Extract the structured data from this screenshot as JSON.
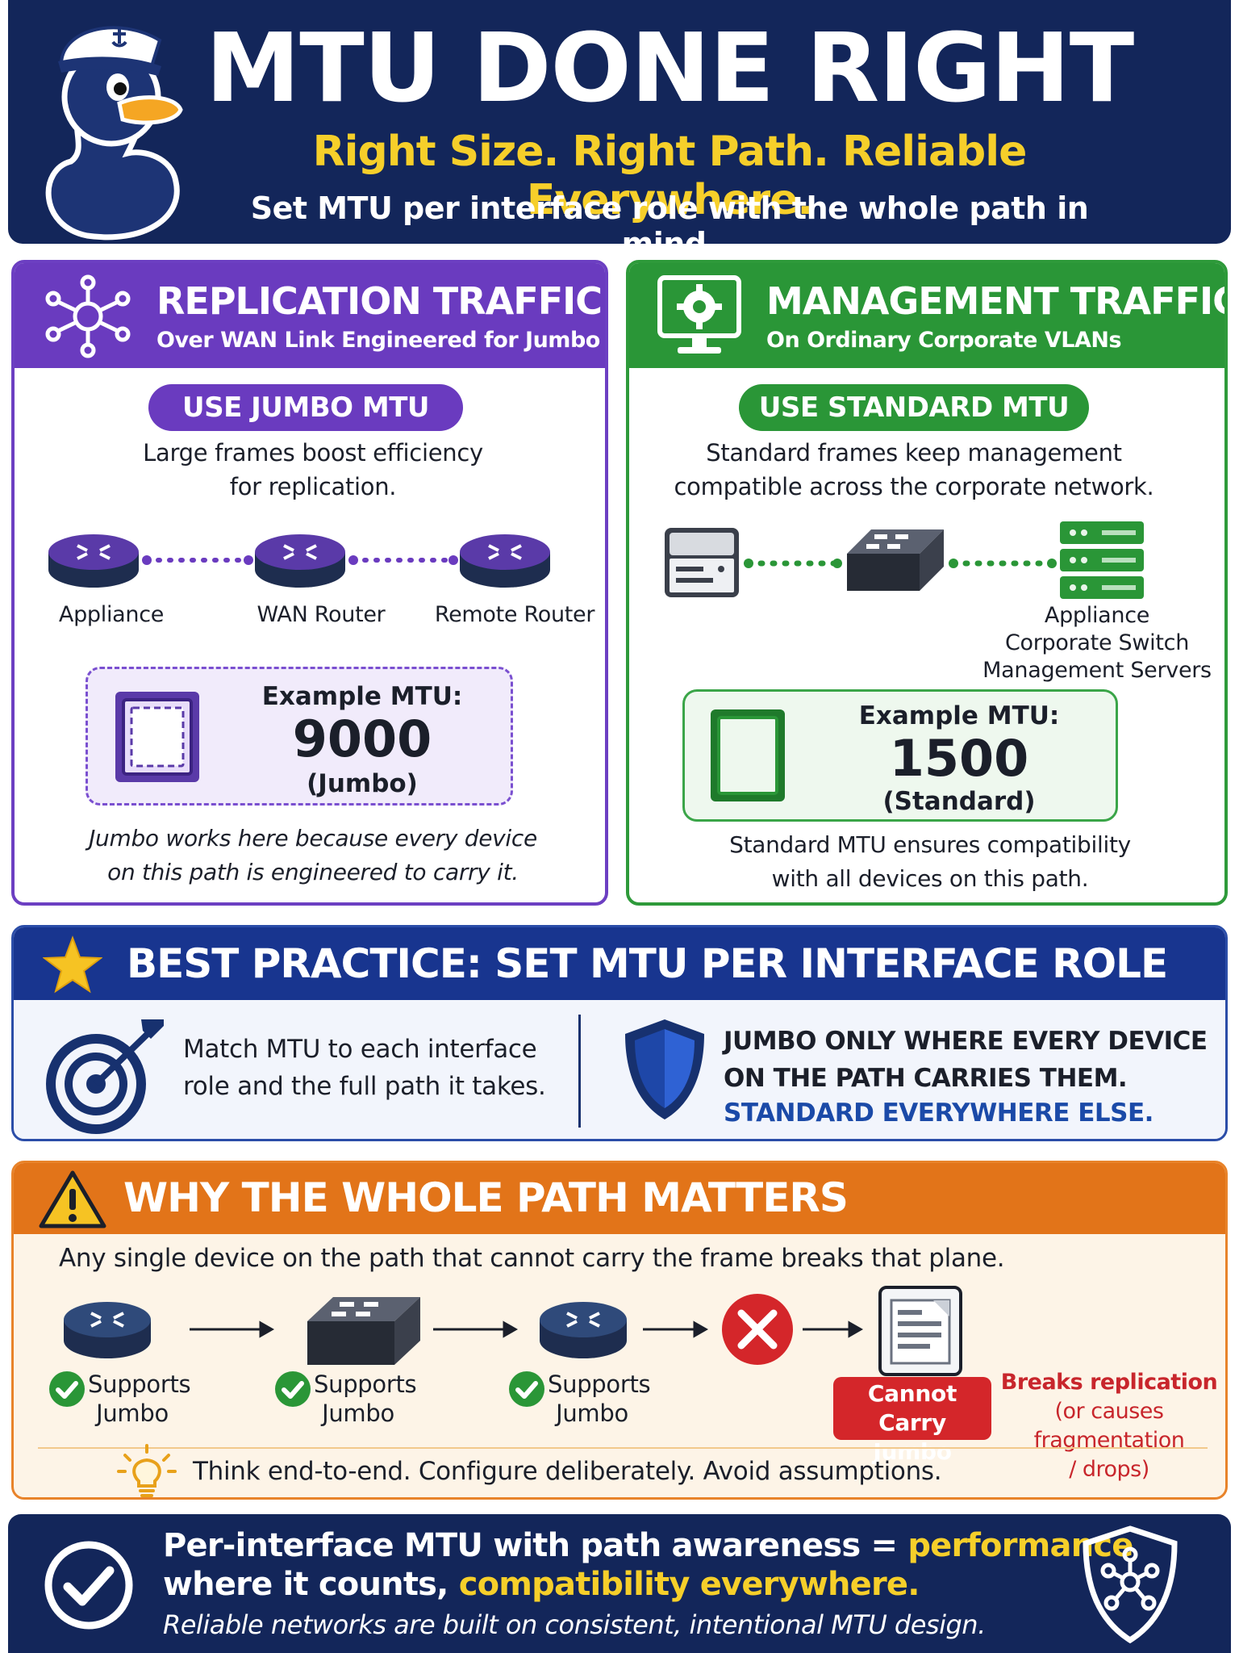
{
  "header": {
    "title": "MTU DONE RIGHT",
    "subtitle": "Right Size. Right Path. Reliable Everywhere.",
    "tagline": "Set MTU per interface role with the whole path in mind.",
    "mascot_icon": "duck-captain-icon"
  },
  "replication": {
    "title": "REPLICATION TRAFFIC",
    "subtitle": "Over WAN Link Engineered for Jumbo Frames",
    "pill": "USE JUMBO MTU",
    "desc_line1": "Large frames boost efficiency",
    "desc_line2": "for replication.",
    "devices": [
      "Appliance",
      "WAN Router",
      "Remote Router"
    ],
    "example_label": "Example MTU:",
    "example_value": "9000",
    "example_kind": "(Jumbo)",
    "note_line1": "Jumbo works here because every device",
    "note_line2": "on this path is engineered to carry it.",
    "color": "#6a3bbf"
  },
  "management": {
    "title": "MANAGEMENT TRAFFIC",
    "subtitle": "On Ordinary Corporate VLANs",
    "pill": "USE STANDARD MTU",
    "desc_line1": "Standard frames keep management",
    "desc_line2": "compatible across the corporate network.",
    "devices": [
      "Appliance",
      "Corporate Switch",
      "Management Servers"
    ],
    "example_label": "Example MTU:",
    "example_value": "1500",
    "example_kind": "(Standard)",
    "note_line1": "Standard MTU ensures compatibility",
    "note_line2": "with all devices on this path.",
    "color": "#2a9637"
  },
  "best_practice": {
    "title": "BEST PRACTICE: SET MTU PER INTERFACE ROLE",
    "left_line1": "Match MTU to each interface",
    "left_line2": "role and the full path it takes.",
    "right_line1": "JUMBO ONLY WHERE EVERY DEVICE",
    "right_line2": "ON THE PATH CARRIES THEM.",
    "right_line3": "STANDARD EVERYWHERE ELSE."
  },
  "why": {
    "title": "WHY THE WHOLE PATH MATTERS",
    "line": "Any single device on the path that cannot carry the frame breaks that plane.",
    "supports": [
      "Supports",
      "Jumbo"
    ],
    "cannot_line1": "Cannot Carry",
    "cannot_line2": "Jumbo",
    "breaks_line1": "Breaks replication",
    "breaks_line2": "(or causes fragmentation",
    "breaks_line3": "/ drops)",
    "think": "Think end-to-end. Configure deliberately. Avoid assumptions."
  },
  "footer": {
    "line1_a": "Per-interface MTU with path awareness = ",
    "line1_b": "performance",
    "line2_a": "where it counts, ",
    "line2_b": "compatibility everywhere.",
    "line3": "Reliable networks are built on consistent, intentional MTU design."
  }
}
